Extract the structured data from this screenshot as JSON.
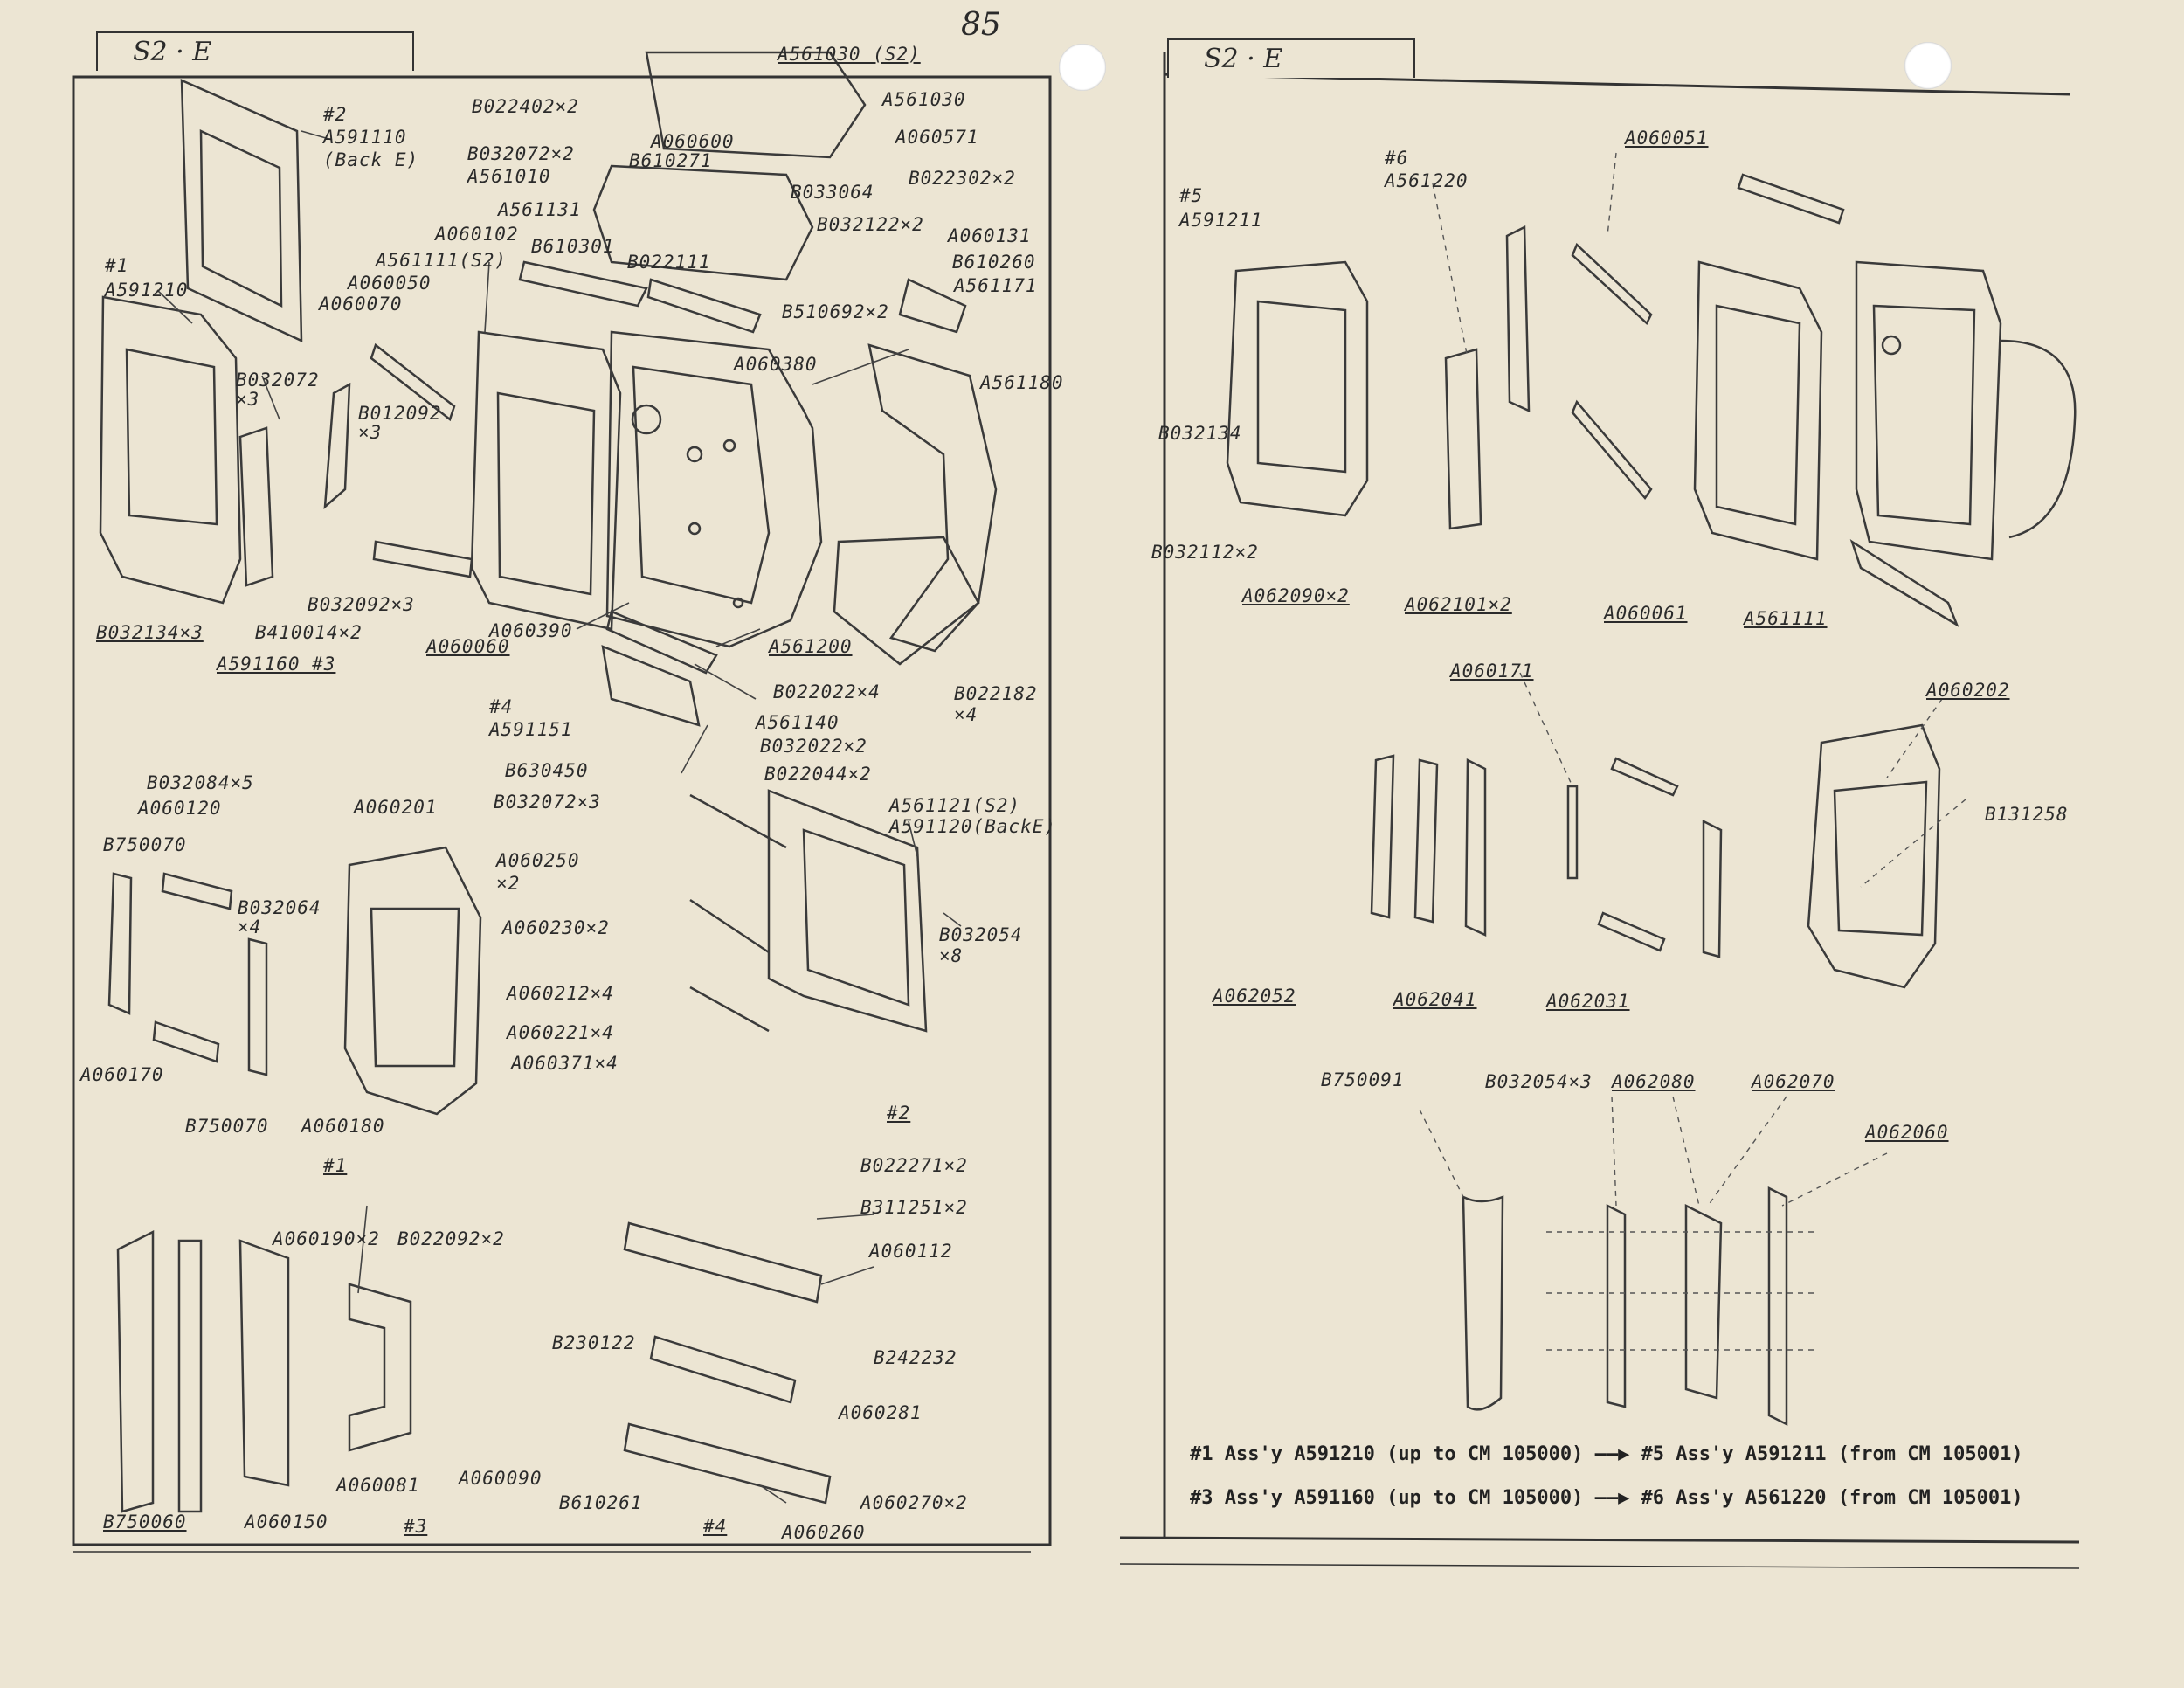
{
  "page_number": "85",
  "colors": {
    "paper": "#ece5d3",
    "ink": "#2a2a2a"
  },
  "left_panel": {
    "tab_label": "S2 · E",
    "group_markers": {
      "g1": "#1",
      "g2": "#2",
      "g3": "#3",
      "g4": "#4"
    },
    "labels": {
      "a591110": "#2\nA591110\n(Back E)",
      "b022402": "B022402×2",
      "a561030s2": "A561030 (S2)",
      "a561030": "A561030",
      "a060600": "A060600",
      "a060571": "A060571",
      "b610271": "B610271",
      "b032072": "B032072×2",
      "a561010": "A561010",
      "b022302": "B022302×2",
      "b033064": "B033064",
      "a561131": "A561131",
      "b032122": "B032122×2",
      "a060102": "A060102",
      "b610301": "B610301",
      "b022111": "B022111",
      "a561111s2": "A561111(S2)",
      "a060131": "A060131",
      "b610260": "B610260",
      "a561171": "A561171",
      "a060050": "A060050",
      "a591210": "#1\nA591210",
      "a060070": "A060070",
      "b510692": "B510692×2",
      "a060380": "A060380",
      "a561180": "A561180",
      "b032072x3a": "B032072\n×3",
      "b012092": "B012092\n×3",
      "a060390": "A060390",
      "b032092": "B032092×3",
      "b410014": "B410014×2",
      "a060060": "A060060",
      "b032134": "B032134×3",
      "a591160": "A591160 #3",
      "a561200": "A561200",
      "b022022": "B022022×4",
      "b022182": "B022182\n×4",
      "a591151": "#4\nA591151",
      "a561140": "A561140",
      "b032022": "B032022×2",
      "b630450": "B630450",
      "b022044": "B022044×2",
      "b032072x3b": "B032072×3",
      "b032084": "B032084×5",
      "a060120": "A060120",
      "a060201": "A060201",
      "a561121": "A561121(S2)\nA591120(BackE)",
      "b750070a": "B750070",
      "b032064": "B032064\n×4",
      "a060250": "A060250\n×2",
      "a060230": "A060230×2",
      "b032054": "B032054\n×8",
      "a060212": "A060212×4",
      "a060221": "A060221×4",
      "a060371": "A060371×4",
      "a060170": "A060170",
      "b750070b": "B750070",
      "a060180": "A060180",
      "b022271": "B022271×2",
      "b311251": "B311251×2",
      "a060190": "A060190×2",
      "b022092": "B022092×2",
      "a060112": "A060112",
      "b230122": "B230122",
      "b242232": "B242232",
      "a060281": "A060281",
      "a060081": "A060081",
      "a060090": "A060090",
      "b610261": "B610261",
      "a060270": "A060270×2",
      "b750060": "B750060",
      "a060150": "A060150",
      "a060260": "A060260"
    }
  },
  "right_panel": {
    "tab_label": "S2 · E",
    "labels": {
      "a060051": "A060051",
      "a561220": "#6\nA561220",
      "a591211": "#5\nA591211",
      "b032134": "B032134",
      "b032112": "B032112×2",
      "a062090": "A062090×2",
      "a062101": "A062101×2",
      "a060061": "A060061",
      "a561111": "A561111",
      "a060171": "A060171",
      "a060202": "A060202",
      "b131258": "B131258",
      "a062052": "A062052",
      "a062041": "A062041",
      "a062031": "A062031",
      "b750091": "B750091",
      "b032054": "B032054×3",
      "a062080": "A062080",
      "a062070": "A062070",
      "a062060": "A062060"
    },
    "notes": [
      "#1 Ass'y A591210 (up to CM 105000) ——▶ #5 Ass'y A591211 (from CM 105001)",
      "#3 Ass'y A591160 (up to CM 105000) ——▶ #6 Ass'y A561220 (from CM 105001)"
    ]
  }
}
